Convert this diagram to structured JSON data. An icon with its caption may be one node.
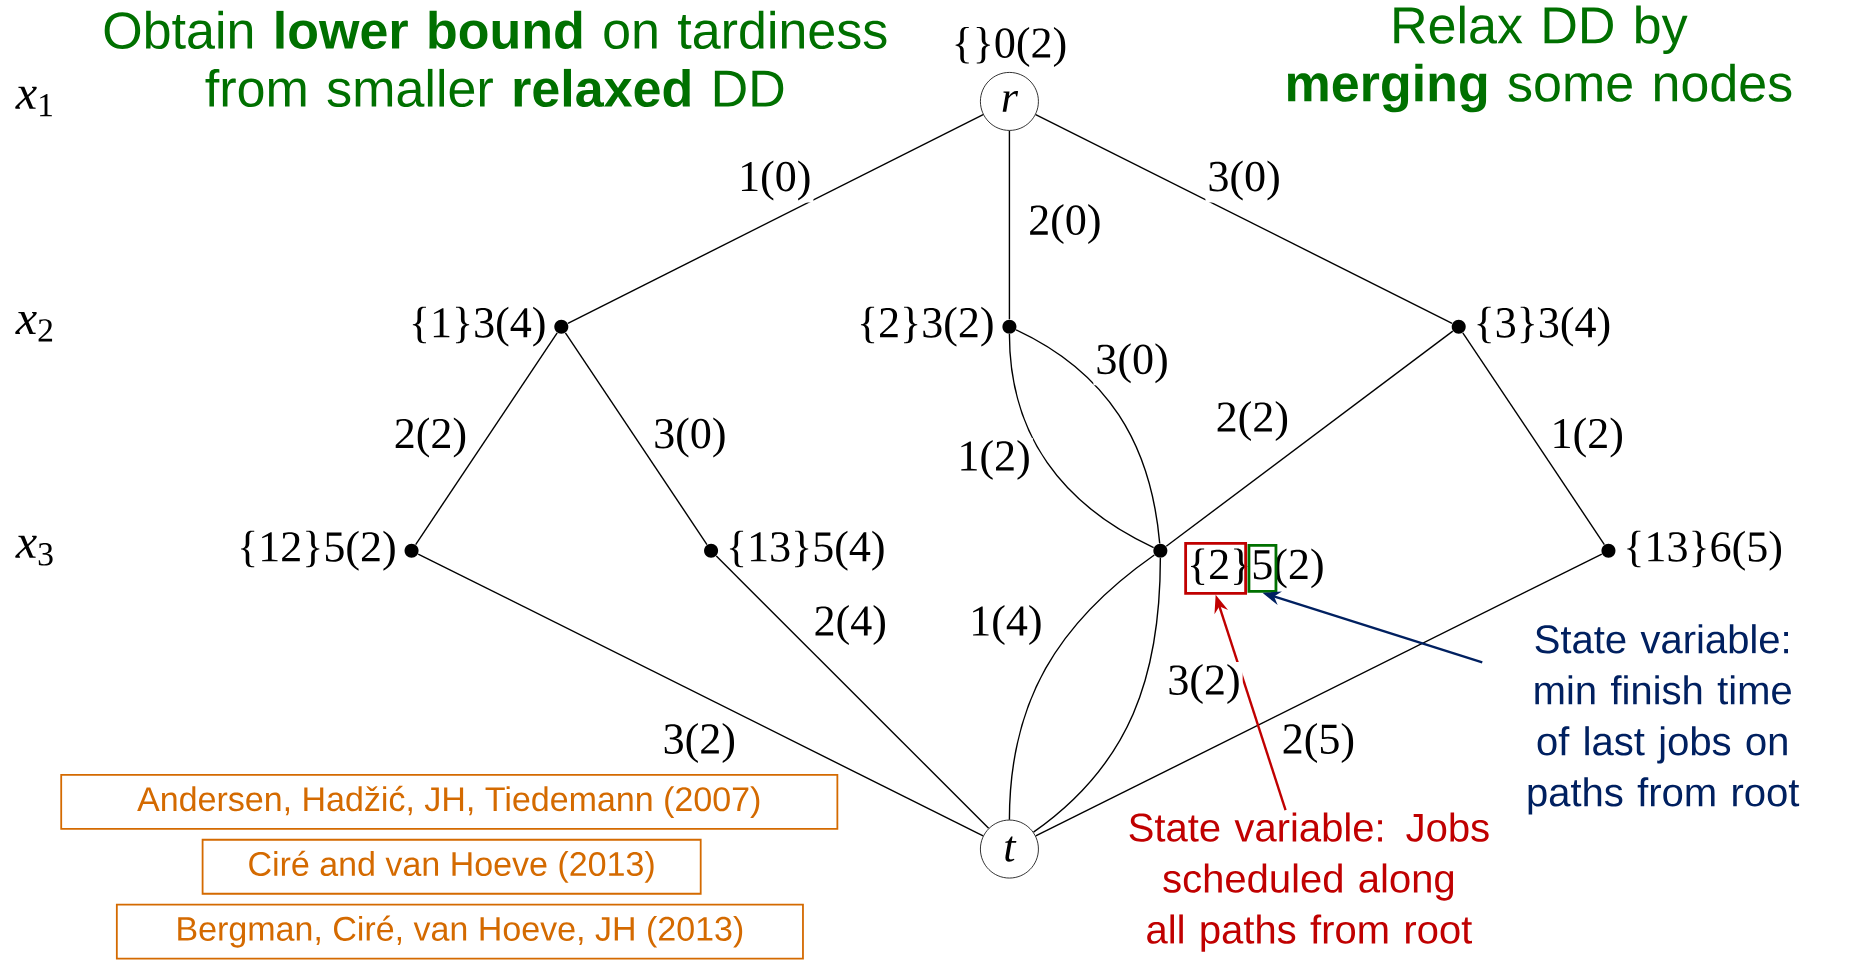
{
  "diagram": {
    "nodes": [
      {
        "text": [
          "r"
        ],
        "beside": [
          "{}0(2)"
        ]
      },
      {
        "text": [],
        "shape": "circle",
        "beside": [
          "{1}3(4)"
        ]
      },
      {
        "text": [],
        "shape": "circle",
        "beside": [
          "{2}3(2)"
        ]
      },
      {
        "text": [],
        "shape": "circle",
        "beside": [
          "{3}3(4)"
        ]
      },
      {
        "text": [],
        "shape": "circle",
        "beside": [
          "{12}5(2)"
        ]
      },
      {
        "text": [],
        "shape": "circle",
        "beside": [
          "{13}5(4)"
        ]
      },
      {
        "text": [],
        "shape": "circle",
        "beside": [
          "{2}5(2)"
        ]
      },
      {
        "text": [],
        "shape": "circle",
        "beside": [
          "{13}6(5)"
        ]
      },
      {
        "text": [
          "t"
        ]
      },
      {
        "text": [],
        "shape": "box"
      },
      {
        "text": [],
        "shape": "box"
      },
      {
        "text": [
          "State variable: Jobs scheduled along all paths from root"
        ]
      },
      {
        "text": [
          "State variable: min finish time of last jobs on paths from root"
        ]
      },
      {
        "text": [
          "Andersen, Hadžić, JH, Tiedemann (2007)"
        ]
      },
      {
        "text": [
          "Ciré and van Hoeve (2013)"
        ]
      },
      {
        "text": [
          "Bergman, Ciré, van Hoeve, JH (2013)"
        ]
      }
    ],
    "edges": [
      {
        "from": 0,
        "to": 1,
        "arrow": "none",
        "label": "1(0)"
      },
      {
        "from": 0,
        "to": 2,
        "arrow": "none",
        "label": "2(0)"
      },
      {
        "from": 0,
        "to": 3,
        "arrow": "none",
        "label": "3(0)"
      },
      {
        "from": 1,
        "to": 4,
        "arrow": "none",
        "label": "2(2)"
      },
      {
        "from": 1,
        "to": 5,
        "arrow": "none",
        "label": "3(0)"
      },
      {
        "from": 2,
        "to": 6,
        "arrow": "none",
        "label": "1(2)"
      },
      {
        "from": 2,
        "to": 6,
        "arrow": "none",
        "label": "3(0)"
      },
      {
        "from": 3,
        "to": 6,
        "arrow": "none",
        "label": "2(2)"
      },
      {
        "from": 3,
        "to": 7,
        "arrow": "none",
        "label": "1(2)"
      },
      {
        "from": 4,
        "to": 8,
        "arrow": "none",
        "label": "3(2)"
      },
      {
        "from": 5,
        "to": 8,
        "arrow": "none",
        "label": "2(4)"
      },
      {
        "from": 6,
        "to": 8,
        "arrow": "none",
        "label": "1(4)"
      },
      {
        "from": 6,
        "to": 8,
        "arrow": "none",
        "label": "3(2)"
      },
      {
        "from": 7,
        "to": 8,
        "arrow": "none",
        "label": "2(5)"
      },
      {
        "from": 11,
        "to": 9,
        "arrow": "to",
        "color": "#c00000"
      },
      {
        "from": 12,
        "to": 10,
        "arrow": "to",
        "color": "#002060"
      }
    ],
    "labels": [
      "Obtain **lower bound** on tardiness from smaller **relaxed** DD",
      "Relax DD by **merging** some nodes",
      "*x*$_{1}$",
      "*x*$_{2}$",
      "*x*$_{3}$"
    ]
  }
}
